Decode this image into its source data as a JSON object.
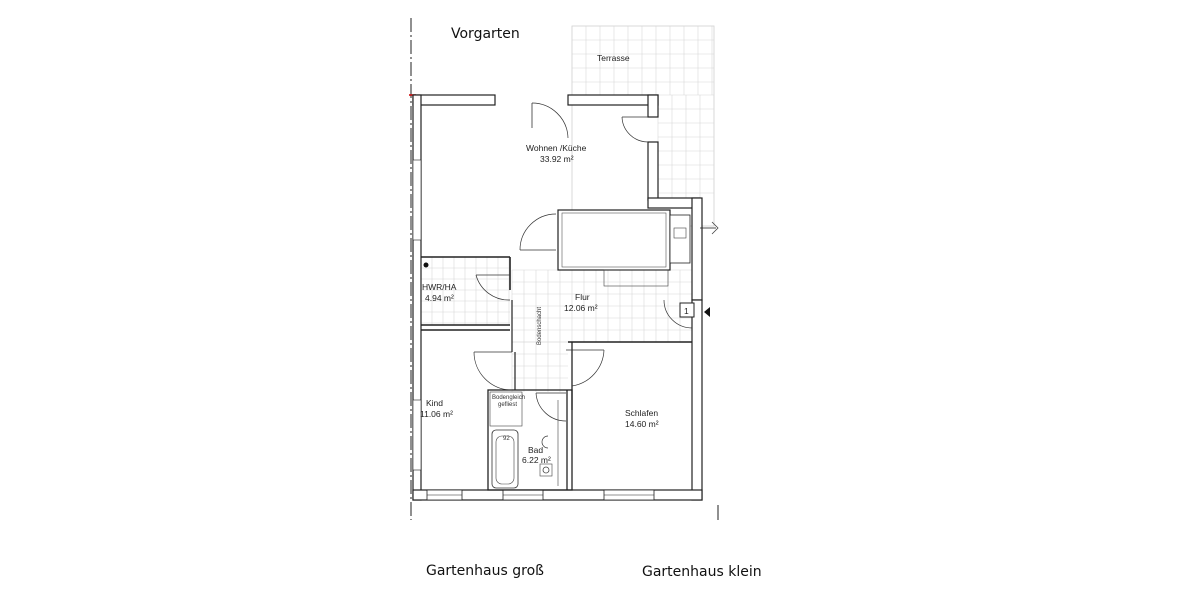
{
  "outside": {
    "vorgarten": "Vorgarten",
    "terrasse": "Terrasse",
    "gartenhaus_gross": "Gartenhaus groß",
    "gartenhaus_klein": "Gartenhaus klein"
  },
  "rooms": [
    {
      "key": "wohnen",
      "name": "Wohnen /Küche",
      "area": "33.92 m²"
    },
    {
      "key": "hwr",
      "name": "HWR/HA",
      "area": "4.94 m²"
    },
    {
      "key": "flur",
      "name": "Flur",
      "area": "12.06 m²"
    },
    {
      "key": "kind",
      "name": "Kind",
      "area": "11.06 m²"
    },
    {
      "key": "bad",
      "name": "Bad",
      "area": "6.22 m²"
    },
    {
      "key": "schlafen",
      "name": "Schlafen",
      "area": "14.60 m²"
    }
  ],
  "annotations": {
    "bodenschacht": "Bodenschacht",
    "bodengleich": "Bodengleich",
    "gefliest": "gefliest",
    "tub_size": "92",
    "entrance_number": "1"
  },
  "colors": {
    "wall": "#222222",
    "tile": "#d8d8d8",
    "cut_mark": "#cc0000"
  }
}
